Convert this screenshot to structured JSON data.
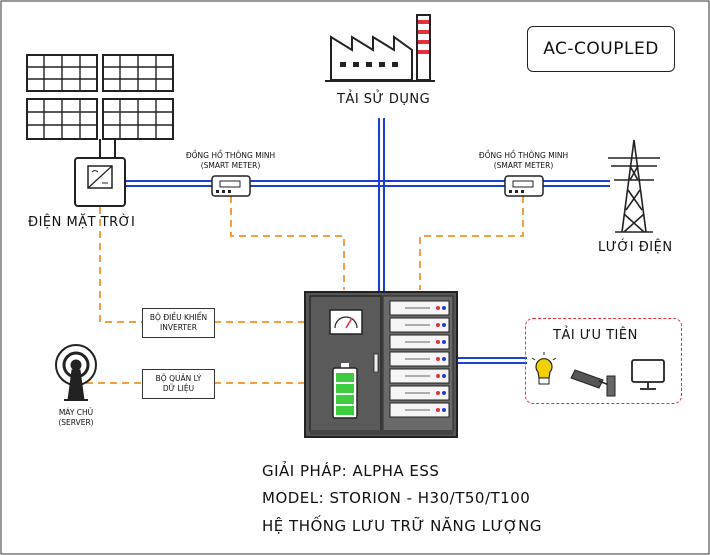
{
  "title": "AC-COUPLED",
  "labels": {
    "load": "TẢI SỬ DỤNG",
    "solar": "ĐIỆN MẶT TRỜI",
    "grid": "LƯỚI ĐIỆN",
    "priority_load": "TẢI ƯU TIÊN",
    "meter_left_line1": "ĐỒNG HỒ THÔNG MINH",
    "meter_left_line2": "(SMART METER)",
    "meter_right_line1": "ĐỒNG HỒ THÔNG MINH",
    "meter_right_line2": "(SMART METER)",
    "inverter_ctrl_line1": "BỘ ĐIỀU KHIỂN",
    "inverter_ctrl_line2": "INVERTER",
    "data_mgr_line1": "BỘ QUẢN LÝ",
    "data_mgr_line2": "DỮ LIỆU",
    "server_line1": "MÁY CHỦ",
    "server_line2": "(SERVER)"
  },
  "footer": {
    "line1": "GIẢI PHÁP: ALPHA ESS",
    "line2": "MODEL: STORION - H30/T50/T100",
    "line3": "HỆ THỐNG LƯU TRỮ NĂNG LƯỢNG"
  },
  "colors": {
    "power_line": "#1a3fd6",
    "data_line": "#f0a040",
    "priority_border": "#e0303c",
    "battery_green": "#3dcc3d"
  },
  "icons": [
    "solar-panel-icon",
    "inverter-icon",
    "factory-icon",
    "transmission-tower-icon",
    "smart-meter-icon",
    "server-antenna-icon",
    "lightbulb-icon",
    "cctv-camera-icon",
    "monitor-icon",
    "battery-icon",
    "gauge-icon"
  ]
}
